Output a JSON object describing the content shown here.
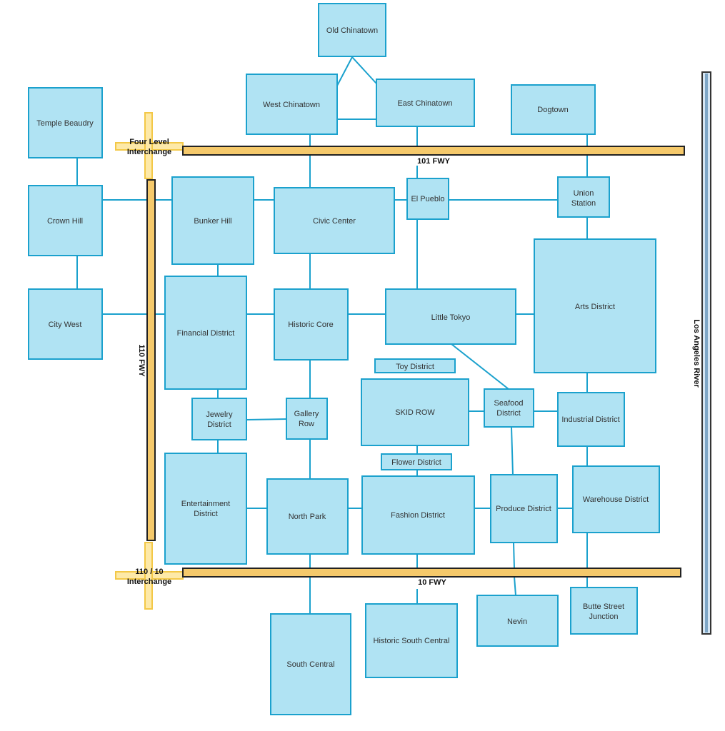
{
  "nodes": {
    "old_chinatown": "Old Chinatown",
    "west_chinatown": "West Chinatown",
    "east_chinatown": "East Chinatown",
    "dogtown": "Dogtown",
    "temple_beaudry": "Temple Beaudry",
    "crown_hill": "Crown Hill",
    "bunker_hill": "Bunker Hill",
    "civic_center": "Civic Center",
    "el_pueblo": "El Pueblo",
    "union_station": "Union Station",
    "city_west": "City West",
    "financial_district": "Financial District",
    "historic_core": "Historic Core",
    "little_tokyo": "Little Tokyo",
    "arts_district": "Arts District",
    "toy_district": "Toy District",
    "skid_row": "SKID ROW",
    "seafood_district": "Seafood District",
    "industrial_district": "Industrial District",
    "jewelry_district": "Jewelry District",
    "gallery_row": "Gallery Row",
    "flower_district": "Flower District",
    "entertainment_district": "Entertainment District",
    "north_park": "North Park",
    "fashion_district": "Fashion District",
    "produce_district": "Produce District",
    "warehouse_district": "Warehouse District",
    "south_central": "South Central",
    "historic_south_central": "Historic South Central",
    "nevin": "Nevin",
    "butte_street_junction": "Butte Street Junction"
  },
  "labels": {
    "fwy_101": "101 FWY",
    "fwy_10": "10 FWY",
    "fwy_110": "110 FWY",
    "four_level": "Four Level Interchange",
    "interchange_110_10": "110 / 10 Interchange",
    "la_river": "Los Angeles River"
  },
  "colors": {
    "node_fill": "#b0e3f3",
    "node_stroke": "#1ba1cd",
    "freeway": "#f5c96b",
    "river": "#7fa7c7"
  }
}
